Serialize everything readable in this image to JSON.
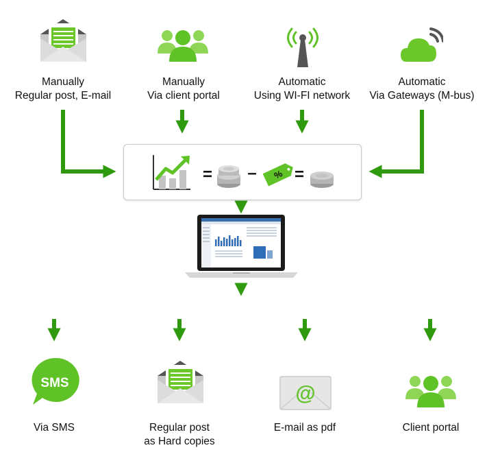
{
  "colors": {
    "accent": "#5fc226",
    "arrow": "#2f9a0e",
    "grey": "#9a9a9a"
  },
  "inputs": [
    {
      "icon": "envelope-icon",
      "line1": "Manually",
      "line2": "Regular post, E-mail"
    },
    {
      "icon": "users-icon",
      "line1": "Manually",
      "line2": "Via client portal"
    },
    {
      "icon": "wifi-antenna-icon",
      "line1": "Automatic",
      "line2": "Using WI-FI network"
    },
    {
      "icon": "cloud-signal-icon",
      "line1": "Automatic",
      "line2": "Via Gateways (M-bus)"
    }
  ],
  "formula": {
    "equals": "=",
    "minus": "–",
    "discount": "%"
  },
  "outputs": [
    {
      "icon": "sms-bubble-icon",
      "badge": "SMS",
      "line1": "Via SMS",
      "line2": ""
    },
    {
      "icon": "envelope-icon",
      "badge": "",
      "line1": "Regular post",
      "line2": "as Hard copies"
    },
    {
      "icon": "email-at-icon",
      "badge": "@",
      "line1": "E-mail as pdf",
      "line2": ""
    },
    {
      "icon": "users-icon",
      "badge": "",
      "line1": "Client portal",
      "line2": ""
    }
  ]
}
